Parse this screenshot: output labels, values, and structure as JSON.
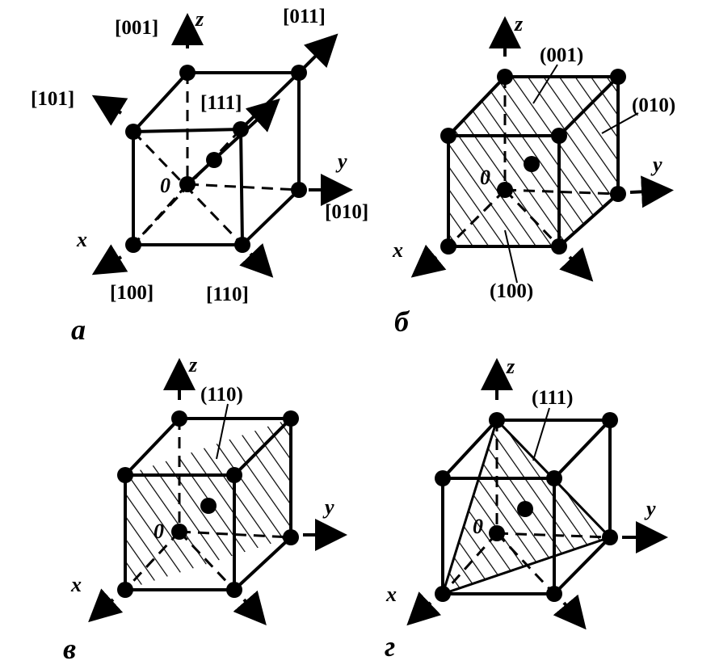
{
  "panels": [
    {
      "id": "a",
      "caption": "а",
      "axes": {
        "x": "x",
        "y": "y",
        "z": "z",
        "origin": "0"
      },
      "labels": [
        "[001]",
        "[011]",
        "[101]",
        "[111]",
        "[010]",
        "[100]",
        "[110]"
      ]
    },
    {
      "id": "b",
      "caption": "б",
      "axes": {
        "x": "x",
        "y": "y",
        "z": "z",
        "origin": "0"
      },
      "labels": [
        "(001)",
        "(010)",
        "(100)"
      ]
    },
    {
      "id": "v",
      "caption": "в",
      "axes": {
        "x": "x",
        "y": "y",
        "z": "z",
        "origin": "0"
      },
      "labels": [
        "(110)"
      ]
    },
    {
      "id": "g",
      "caption": "г",
      "axes": {
        "x": "x",
        "y": "y",
        "z": "z",
        "origin": "0"
      },
      "labels": [
        "(111)"
      ]
    }
  ]
}
